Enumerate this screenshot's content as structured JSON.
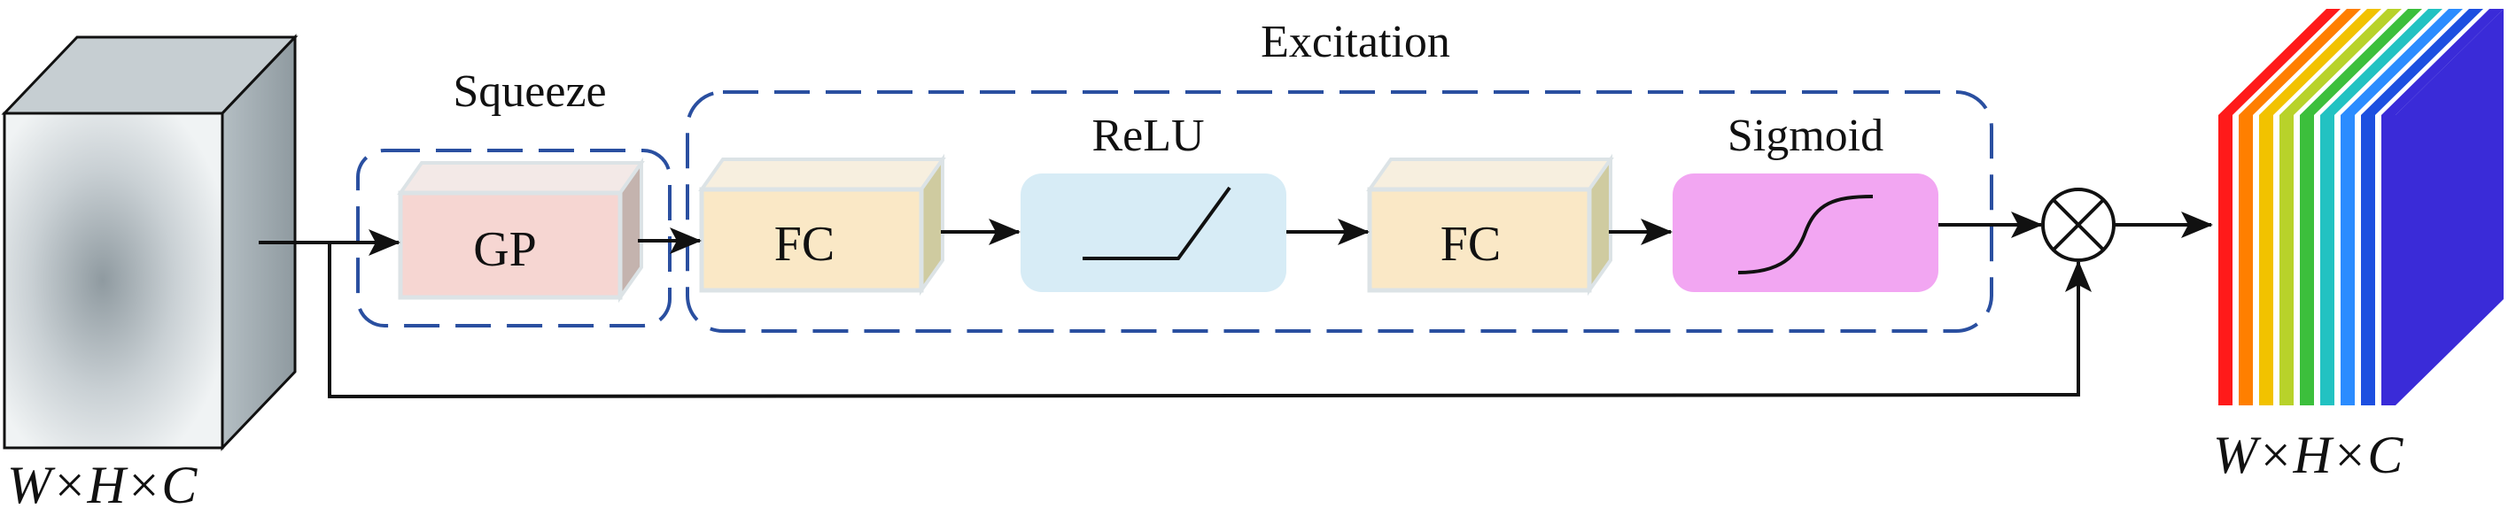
{
  "input_tensor": {
    "dims_label": "W×H×C"
  },
  "output_tensor": {
    "dims_label": "W×H×C",
    "channel_colors": [
      "#ff1a1a",
      "#ff7f00",
      "#f2c200",
      "#b8d22a",
      "#3cbf3c",
      "#22c2c2",
      "#2b8cff",
      "#1d4fe0",
      "#3a2bd8"
    ]
  },
  "groups": {
    "squeeze": {
      "label": "Squeeze"
    },
    "excitation": {
      "label": "Excitation"
    }
  },
  "blocks": {
    "gp": {
      "label": "GP"
    },
    "fc1": {
      "label": "FC"
    },
    "relu": {
      "label": "ReLU"
    },
    "fc2": {
      "label": "FC"
    },
    "sigmoid": {
      "label": "Sigmoid"
    }
  },
  "operator": {
    "name": "multiply-circle-icon"
  },
  "colors": {
    "dashed_border": "#2a4fa0",
    "gp_face": "#f6d6d2",
    "fc_face": "#fae8c6",
    "relu_face": "#d7ecf6",
    "sigmoid_face": "#f2a6f2",
    "output_side": "#3a2bd8"
  }
}
